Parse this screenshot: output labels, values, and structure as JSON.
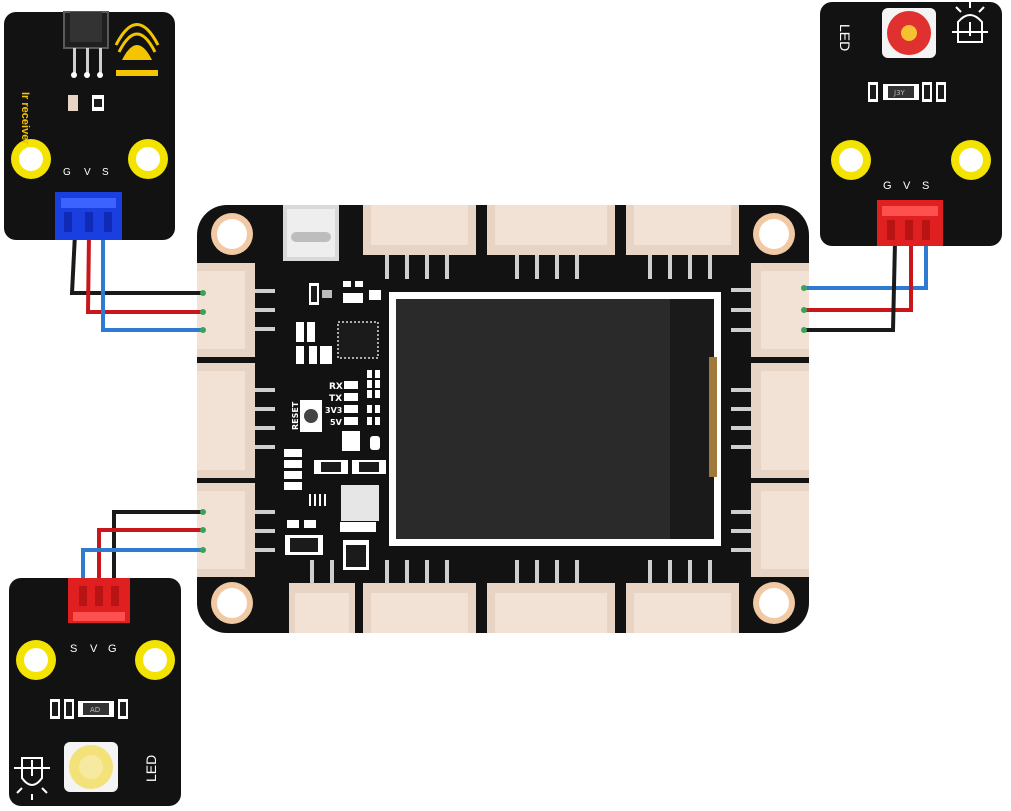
{
  "modules": {
    "ir_receiver": {
      "label": "Ir receiver",
      "pins": [
        "G",
        "V",
        "S"
      ],
      "header_color": "#1a3fe0"
    },
    "red_led": {
      "label": "LED",
      "pins": [
        "G",
        "V",
        "S"
      ],
      "chip": "J3Y",
      "led_color": "#e03030",
      "header_color": "#e02020"
    },
    "yellow_led": {
      "label": "LED",
      "pins": [
        "S",
        "V",
        "G"
      ],
      "chip": "AD",
      "led_color": "#f3e27a",
      "header_color": "#e02020"
    }
  },
  "board": {
    "reset_label": "RESET",
    "status_labels": [
      "RX",
      "TX",
      "3V3",
      "5V"
    ]
  },
  "wire_colors": {
    "ground": "#1a1a1a",
    "power": "#c8161d",
    "signal": "#2e7bd1"
  },
  "connections": [
    {
      "module": "Ir receiver",
      "port": "left-1"
    },
    {
      "module": "LED",
      "port": "right-1"
    },
    {
      "module": "LED",
      "port": "left-3"
    }
  ]
}
